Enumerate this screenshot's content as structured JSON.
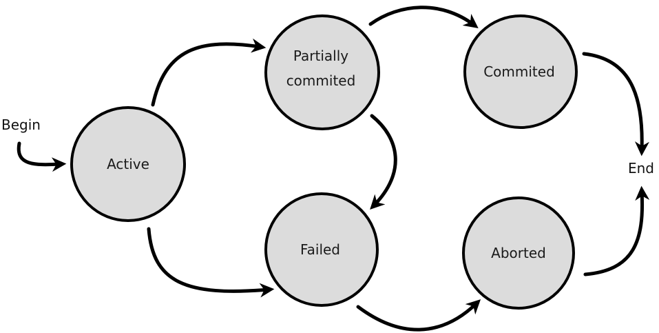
{
  "diagram": {
    "type": "state-transition",
    "colors": {
      "state_fill": "#dcdcdc",
      "stroke": "#000000",
      "background": "#ffffff"
    },
    "terminals": {
      "begin": "Begin",
      "end": "End"
    },
    "states": [
      {
        "id": "active",
        "label": "Active"
      },
      {
        "id": "partially_commited",
        "label_line1": "Partially",
        "label_line2": "commited"
      },
      {
        "id": "commited",
        "label": "Commited"
      },
      {
        "id": "failed",
        "label": "Failed"
      },
      {
        "id": "aborted",
        "label": "Aborted"
      }
    ],
    "transitions": [
      {
        "from": "Begin",
        "to": "Active"
      },
      {
        "from": "Active",
        "to": "Partially commited"
      },
      {
        "from": "Active",
        "to": "Failed"
      },
      {
        "from": "Partially commited",
        "to": "Commited"
      },
      {
        "from": "Partially commited",
        "to": "Failed"
      },
      {
        "from": "Failed",
        "to": "Aborted"
      },
      {
        "from": "Commited",
        "to": "End"
      },
      {
        "from": "Aborted",
        "to": "End"
      }
    ]
  }
}
